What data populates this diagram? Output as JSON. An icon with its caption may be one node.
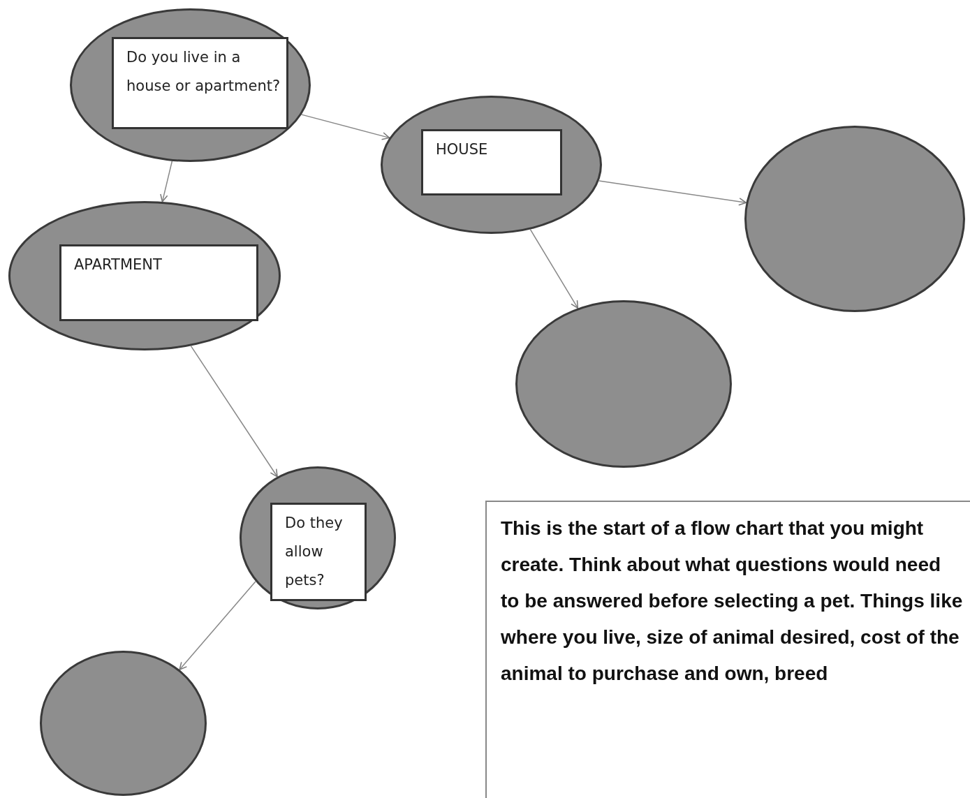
{
  "diagram": {
    "nodes": [
      {
        "text": [],
        "shape": "ellipse"
      },
      {
        "text": [
          "Do you live in a house or apartment?"
        ],
        "in": 0
      },
      {
        "text": [],
        "shape": "ellipse"
      },
      {
        "text": [
          "HOUSE"
        ],
        "in": 2
      },
      {
        "text": [],
        "shape": "ellipse"
      },
      {
        "text": [],
        "shape": "ellipse"
      },
      {
        "text": [
          "APARTMENT"
        ],
        "in": 5
      },
      {
        "text": [],
        "shape": "ellipse"
      },
      {
        "text": [],
        "shape": "ellipse"
      },
      {
        "text": [
          "Do they allow pets?"
        ],
        "in": 8
      },
      {
        "text": [],
        "shape": "ellipse"
      },
      {
        "text": [
          "This is the start of a flow chart that you might create. Think about what questions would need to be answered before selecting a pet. Things like where you live, size of animal desired, cost of the animal to purchase and own, breed"
        ]
      }
    ],
    "edges": [
      {
        "from": 0,
        "to": 2,
        "arrow": "to"
      },
      {
        "from": 0,
        "to": 5,
        "arrow": "to"
      },
      {
        "from": 2,
        "to": 4,
        "arrow": "to"
      },
      {
        "from": 2,
        "to": 7,
        "arrow": "to"
      },
      {
        "from": 5,
        "to": 8,
        "arrow": "to"
      },
      {
        "from": 8,
        "to": 10,
        "arrow": "to"
      }
    ]
  }
}
